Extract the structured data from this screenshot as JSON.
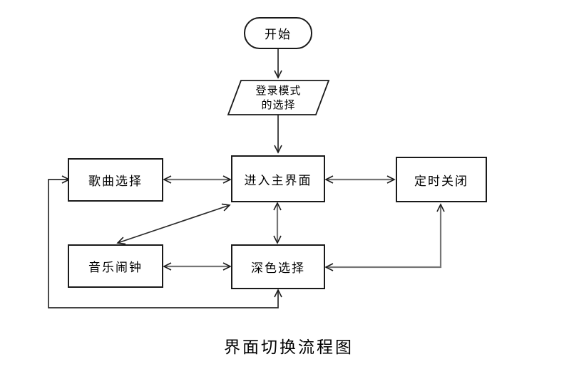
{
  "diagram": {
    "caption": "界面切换流程图",
    "nodes": {
      "start": {
        "label": "开始",
        "shape": "terminator"
      },
      "login_mode": {
        "line1": "登录模式",
        "line2": "的选择",
        "shape": "parallelogram"
      },
      "song_select": {
        "label": "歌曲选择",
        "shape": "process"
      },
      "main_ui": {
        "label": "进入主界面",
        "shape": "process"
      },
      "timer_close": {
        "label": "定时关闭",
        "shape": "process"
      },
      "music_alarm": {
        "label": "音乐闹钟",
        "shape": "process"
      },
      "dark_select": {
        "label": "深色选择",
        "shape": "process"
      }
    },
    "edges": [
      {
        "from": "start",
        "to": "login_mode",
        "style": "one-way-down"
      },
      {
        "from": "login_mode",
        "to": "main_ui",
        "style": "one-way-down"
      },
      {
        "from": "song_select",
        "to": "main_ui",
        "style": "two-way-horizontal"
      },
      {
        "from": "main_ui",
        "to": "timer_close",
        "style": "two-way-horizontal"
      },
      {
        "from": "main_ui",
        "to": "dark_select",
        "style": "two-way-vertical"
      },
      {
        "from": "music_alarm",
        "to": "dark_select",
        "style": "two-way-horizontal"
      },
      {
        "from": "main_ui",
        "to": "music_alarm",
        "style": "two-way-diagonal"
      },
      {
        "from": "dark_select",
        "to": "timer_close",
        "style": "two-way-elbow"
      },
      {
        "from": "song_select",
        "to": "dark_select",
        "style": "two-way-elbow-feedback"
      }
    ],
    "colors": {
      "background": "#ffffff",
      "border": "#1a1a1a",
      "line": "#757575",
      "arrowhead": "#1a1a1a",
      "text": "#000000"
    }
  }
}
